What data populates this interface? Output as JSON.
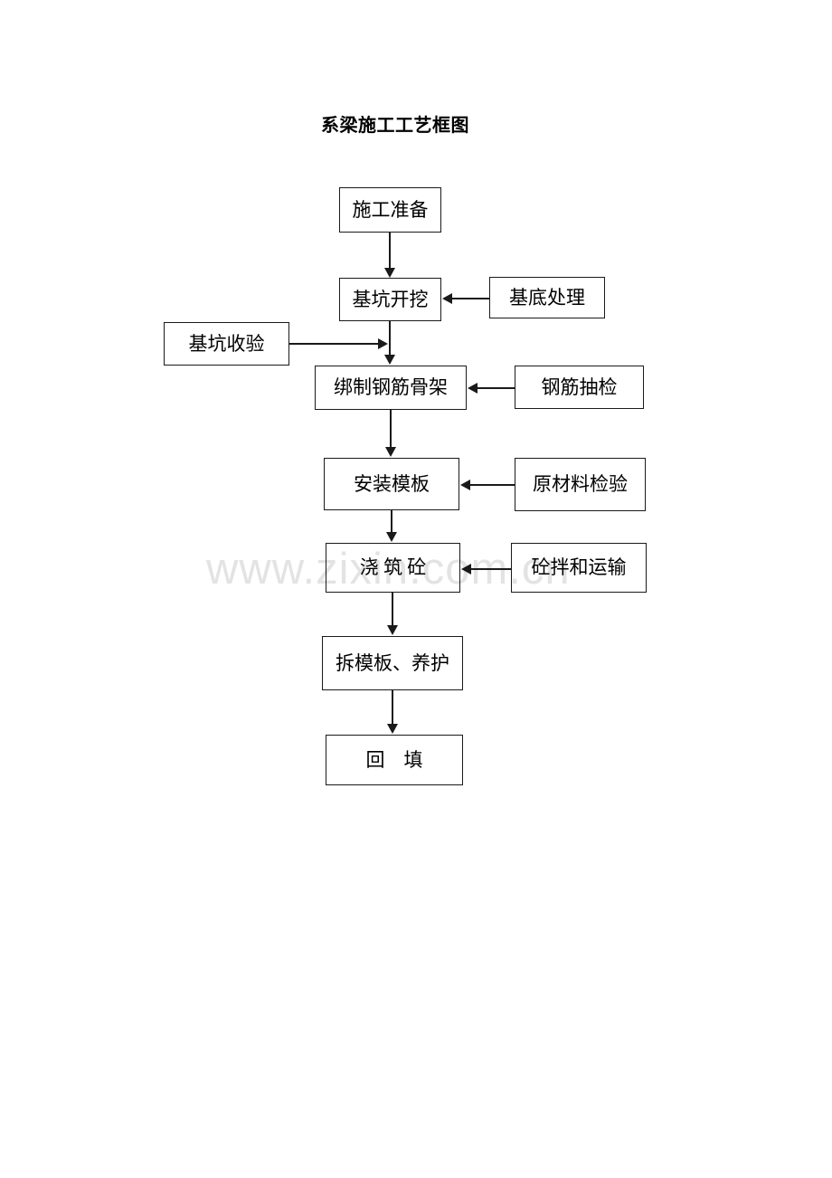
{
  "page": {
    "title": "系梁施工工艺框图",
    "watermark": "www.zixin.com.cn",
    "background_color": "#ffffff",
    "line_color": "#1a1a1a",
    "text_color": "#000000",
    "watermark_color": "#e3e3e3"
  },
  "flowchart": {
    "main_nodes": [
      {
        "id": "prep",
        "label": "施工准备"
      },
      {
        "id": "excavate",
        "label": "基坑开挖"
      },
      {
        "id": "rebar_cage",
        "label": "绑制钢筋骨架"
      },
      {
        "id": "formwork",
        "label": "安装模板"
      },
      {
        "id": "concrete",
        "label": "浇 筑 砼"
      },
      {
        "id": "strip_cure",
        "label": "拆模板、养护"
      },
      {
        "id": "backfill",
        "label": "回    填"
      }
    ],
    "side_nodes": [
      {
        "id": "base_treatment",
        "label": "基底处理",
        "side": "right",
        "target": "excavate"
      },
      {
        "id": "pit_acceptance",
        "label": "基坑收验",
        "side": "left",
        "target": "rebar_cage"
      },
      {
        "id": "rebar_sampling",
        "label": "钢筋抽检",
        "side": "right",
        "target": "rebar_cage"
      },
      {
        "id": "material_test",
        "label": "原材料检验",
        "side": "right",
        "target": "formwork"
      },
      {
        "id": "concrete_mixing",
        "label": "砼拌和运输",
        "side": "right",
        "target": "concrete"
      }
    ]
  }
}
